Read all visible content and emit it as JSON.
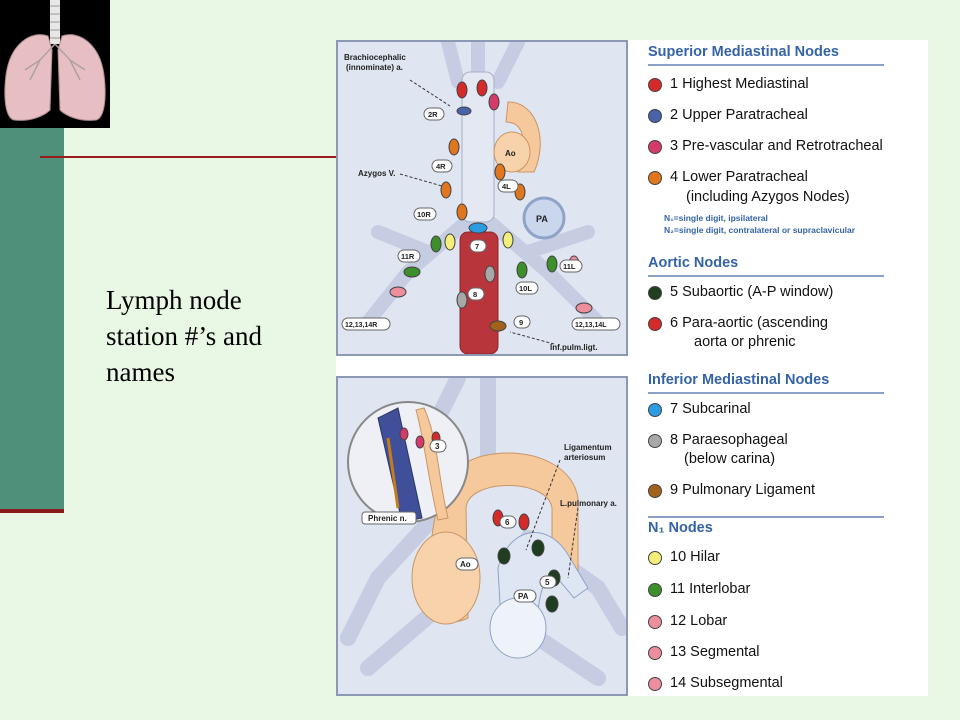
{
  "slide": {
    "caption_lines": [
      "Lymph node",
      "station #’s and",
      "names"
    ]
  },
  "colors": {
    "background": "#e9f8e4",
    "sidebar": "#4f907a",
    "accent_rule": "#9b1c1c",
    "legend_heading": "#3563a8"
  },
  "top_figure": {
    "labels": {
      "brachiocephalic": "Brachiocephalic",
      "innominate": "(innominate) a.",
      "azygos": "Azygos V.",
      "inf_pulm": "Inf.pulm.ligt.",
      "ao": "Ao",
      "pa": "PA",
      "n2r": "2R",
      "n4r": "4R",
      "n4l": "4L",
      "n10r": "10R",
      "n11r": "11R",
      "n7": "7",
      "n8": "8",
      "n9": "9",
      "n10l": "10L",
      "n11l": "11L",
      "n12r": "12,13,14R",
      "n12l": "12,13,14L"
    }
  },
  "bottom_figure": {
    "labels": {
      "n3": "3",
      "phrenic": "Phrenic n.",
      "ligamentum1": "Ligamentum",
      "ligamentum2": "arteriosum",
      "lpulm": "L.pulmonary a.",
      "n6": "6",
      "n5": "5",
      "ao": "Ao",
      "pa": "PA"
    }
  },
  "legend": {
    "superior": {
      "title": "Superior Mediastinal Nodes",
      "items": [
        {
          "label": "1 Highest Mediastinal",
          "color": "#d42a2a"
        },
        {
          "label": "2 Upper Paratracheal",
          "color": "#4a63a8"
        },
        {
          "label": "3 Pre-vascular and Retrotracheal",
          "color": "#d63a6a"
        },
        {
          "label": "4 Lower Paratracheal",
          "color": "#e0761e"
        }
      ],
      "item4_sub": "(including Azygos Nodes)",
      "note1": "N₁=single digit, ipsilateral",
      "note2": "N₂=single digit, contralateral or supraclavicular"
    },
    "aortic": {
      "title": "Aortic Nodes",
      "items": [
        {
          "label": "5  Subaortic (A-P window)",
          "color": "#1f3d1f"
        },
        {
          "label": "6  Para-aortic (ascending",
          "color": "#d42a2a"
        }
      ],
      "item6_sub": "aorta or phrenic"
    },
    "inferior": {
      "title": "Inferior Mediastinal Nodes",
      "items": [
        {
          "label": "7 Subcarinal",
          "color": "#2d9be0"
        },
        {
          "label": "8  Paraesophageal",
          "color": "#a8a8a8"
        },
        {
          "label": "9  Pulmonary Ligament",
          "color": "#a3621c"
        }
      ],
      "item8_sub": "(below carina)"
    },
    "n1": {
      "title": "N₁ Nodes",
      "items": [
        {
          "label": "10 Hilar",
          "color": "#f4ee7a"
        },
        {
          "label": "11 Interlobar",
          "color": "#3c8f2a"
        },
        {
          "label": "12  Lobar",
          "color": "#ec8e9c"
        },
        {
          "label": "13  Segmental",
          "color": "#ec8e9c"
        },
        {
          "label": "14 Subsegmental",
          "color": "#ec8e9c"
        }
      ]
    }
  }
}
